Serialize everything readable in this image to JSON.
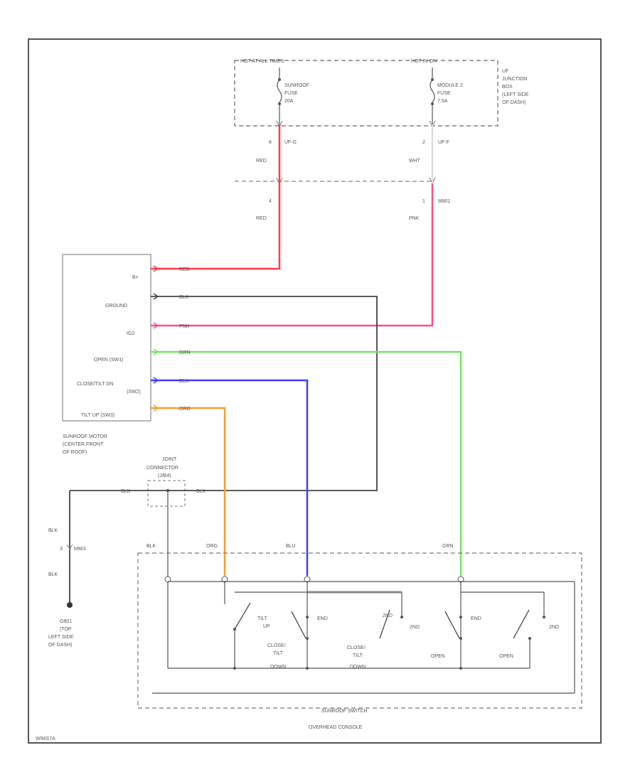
{
  "fuse_box": {
    "hot_at_all_times": "HOT AT ALL TIMES",
    "hot_in_on": "HOT IN ON",
    "title_l1": "UF",
    "title_l2": "JUNCTION",
    "title_l3": "BOX",
    "title_l4": "(LEFT SIDE",
    "title_l5": "OF DASH)",
    "sunroof_fuse_l1": "SUNROOF",
    "sunroof_fuse_l2": "FUSE",
    "sunroof_fuse_l3": "20A",
    "module2_fuse_l1": "MODULE 2",
    "module2_fuse_l2": "FUSE",
    "module2_fuse_l3": "7.5A"
  },
  "wires": {
    "pin_up_g_num": "8",
    "pin_up_g": "UF-G",
    "pin_up_f_num": "2",
    "pin_up_f": "UF-F",
    "red_upper": "RED",
    "wht": "WHT",
    "pin_red_lower_num": "4",
    "red_lower": "RED",
    "pin_m01_num": "1",
    "m01": "M801",
    "pnk_vert": "PNK",
    "wire_red": "RED",
    "wire_blk": "BLK",
    "wire_pnk": "PNK",
    "wire_grn": "GRN",
    "wire_blu": "BLU",
    "wire_org": "ORG"
  },
  "motor": {
    "pin_bplus": "B+",
    "pin_ground": "GROUND",
    "pin_ig": "IG2",
    "pin_open": "OPEN (SW1)",
    "pin_close_l1": "CLOSE/TILT DN",
    "pin_close_l2": "(SW2)",
    "pin_tilt_up": "TILT UP (SW3)",
    "caption_l1": "SUNROOF MOTOR",
    "caption_l2": "(CENTER FRONT",
    "caption_l3": "OF ROOF)"
  },
  "joint": {
    "label_l1": "JOINT",
    "label_l2": "CONNECTOR",
    "label_l3": "(J/B4)",
    "blk_left": "BLK",
    "blk_right": "BLK"
  },
  "ground": {
    "blk_top": "BLK",
    "pin_num": "3",
    "m01": "M801",
    "blk_bottom": "BLK",
    "caption_l1": "G801",
    "caption_l2": "(TOP",
    "caption_l3": "LEFT SIDE",
    "caption_l4": "OF DASH)"
  },
  "switch": {
    "blk": "BLK",
    "org": "ORG",
    "blu": "BLU",
    "grn": "GRN",
    "tilt_up_l1": "TILT",
    "tilt_up_l2": "UP",
    "close_tilt_l1": "CLOSE/",
    "close_tilt_l2": "TILT",
    "close_tilt_l3": "DOWN",
    "close_tilt2_l1": "CLOSE/",
    "close_tilt2_l2": "TILT",
    "close_tilt2_l3": "DOWN",
    "open1": "OPEN",
    "open2": "OPEN",
    "end1": "END",
    "end2": "2ND",
    "end3": "END",
    "end4": "2ND",
    "end5": "2ND",
    "title": "SUNROOF SWITCH",
    "caption": "OVERHEAD CONSOLE"
  },
  "footer_code": "W94S7A",
  "colors": {
    "red": "#ff3b4a",
    "pink": "#ff4d7a",
    "green": "#6de85a",
    "blue": "#3c3cff",
    "orange": "#ff9a2e",
    "black": "#333333"
  }
}
